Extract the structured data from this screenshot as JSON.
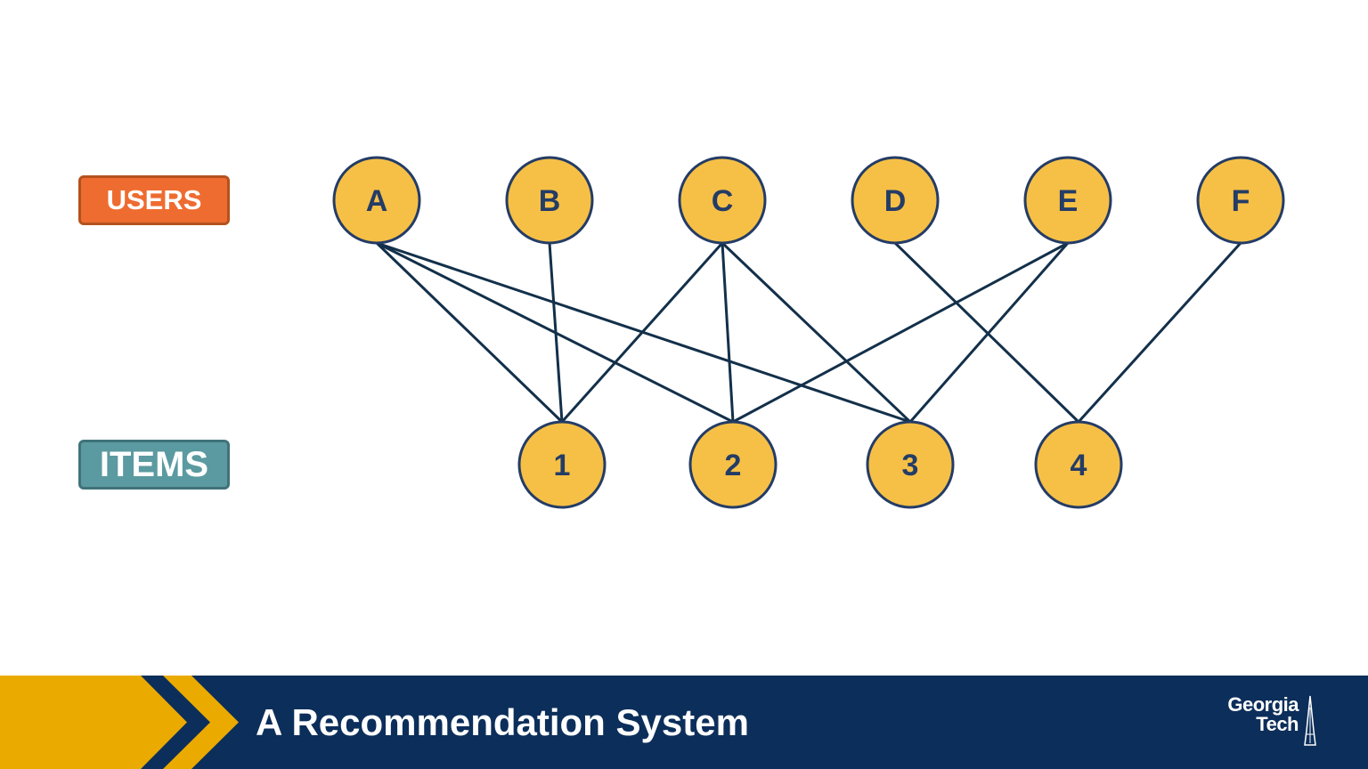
{
  "labels": {
    "users": "USERS",
    "items": "ITEMS"
  },
  "graph": {
    "users": [
      "A",
      "B",
      "C",
      "D",
      "E",
      "F"
    ],
    "items": [
      "1",
      "2",
      "3",
      "4"
    ],
    "edges": [
      [
        "A",
        "1"
      ],
      [
        "A",
        "2"
      ],
      [
        "A",
        "3"
      ],
      [
        "B",
        "1"
      ],
      [
        "C",
        "1"
      ],
      [
        "C",
        "2"
      ],
      [
        "C",
        "3"
      ],
      [
        "D",
        "4"
      ],
      [
        "E",
        "2"
      ],
      [
        "E",
        "3"
      ],
      [
        "F",
        "4"
      ]
    ]
  },
  "footer": {
    "title": "A Recommendation System",
    "logo_line1": "Georgia",
    "logo_line2": "Tech"
  },
  "colors": {
    "users_label": "#ee6c30",
    "items_label": "#5b9aa1",
    "node_fill": "#f6c046",
    "node_outline": "#243c66",
    "edge": "#13304a",
    "footer_navy": "#0c2e5a",
    "footer_gold": "#eaaa00"
  }
}
